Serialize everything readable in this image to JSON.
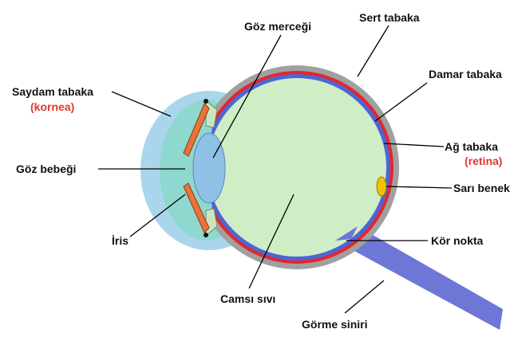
{
  "colors": {
    "sclera": "#a0a0a0",
    "choroid": "#e5262b",
    "retina": "#4d66d6",
    "vitreous": "#cfeec6",
    "cornea_outer": "#a9d6ec",
    "cornea_inner": "#8fd8cf",
    "lens": "#8fc0e6",
    "iris": "#e8743b",
    "optic_nerve": "#6e76d6",
    "macula": "#f2c200",
    "label_text": "#111111",
    "label_highlight": "#e0372f",
    "leader_line": "#000000"
  },
  "labels": {
    "sert_tabaka": "Sert tabaka",
    "goz_mercegi": "Göz merceği",
    "damar_tabaka": "Damar tabaka",
    "saydam_tabaka": "Saydam tabaka",
    "kornea": "(kornea)",
    "ag_tabaka": "Ağ tabaka",
    "retina": "(retina)",
    "goz_bebegi": "Göz bebeği",
    "sari_benek": "Sarı benek",
    "iris": "İris",
    "kor_nokta": "Kör nokta",
    "camsi_sivi": "Camsı sıvı",
    "gorme_siniri": "Görme siniri"
  }
}
